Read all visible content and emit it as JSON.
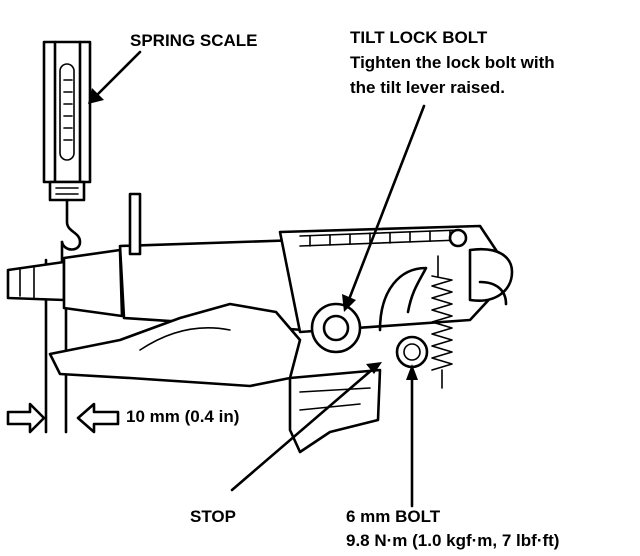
{
  "labels": {
    "spring_scale": "SPRING SCALE",
    "tilt_lock_bolt": "TILT LOCK BOLT",
    "tilt_lock_instr_1": "Tighten the lock bolt with",
    "tilt_lock_instr_2": "the tilt lever raised.",
    "gap": "10 mm (0.4 in)",
    "stop": "STOP",
    "six_mm_bolt": "6 mm BOLT",
    "torque": "9.8 N·m (1.0 kgf·m, 7 lbf·ft)"
  }
}
